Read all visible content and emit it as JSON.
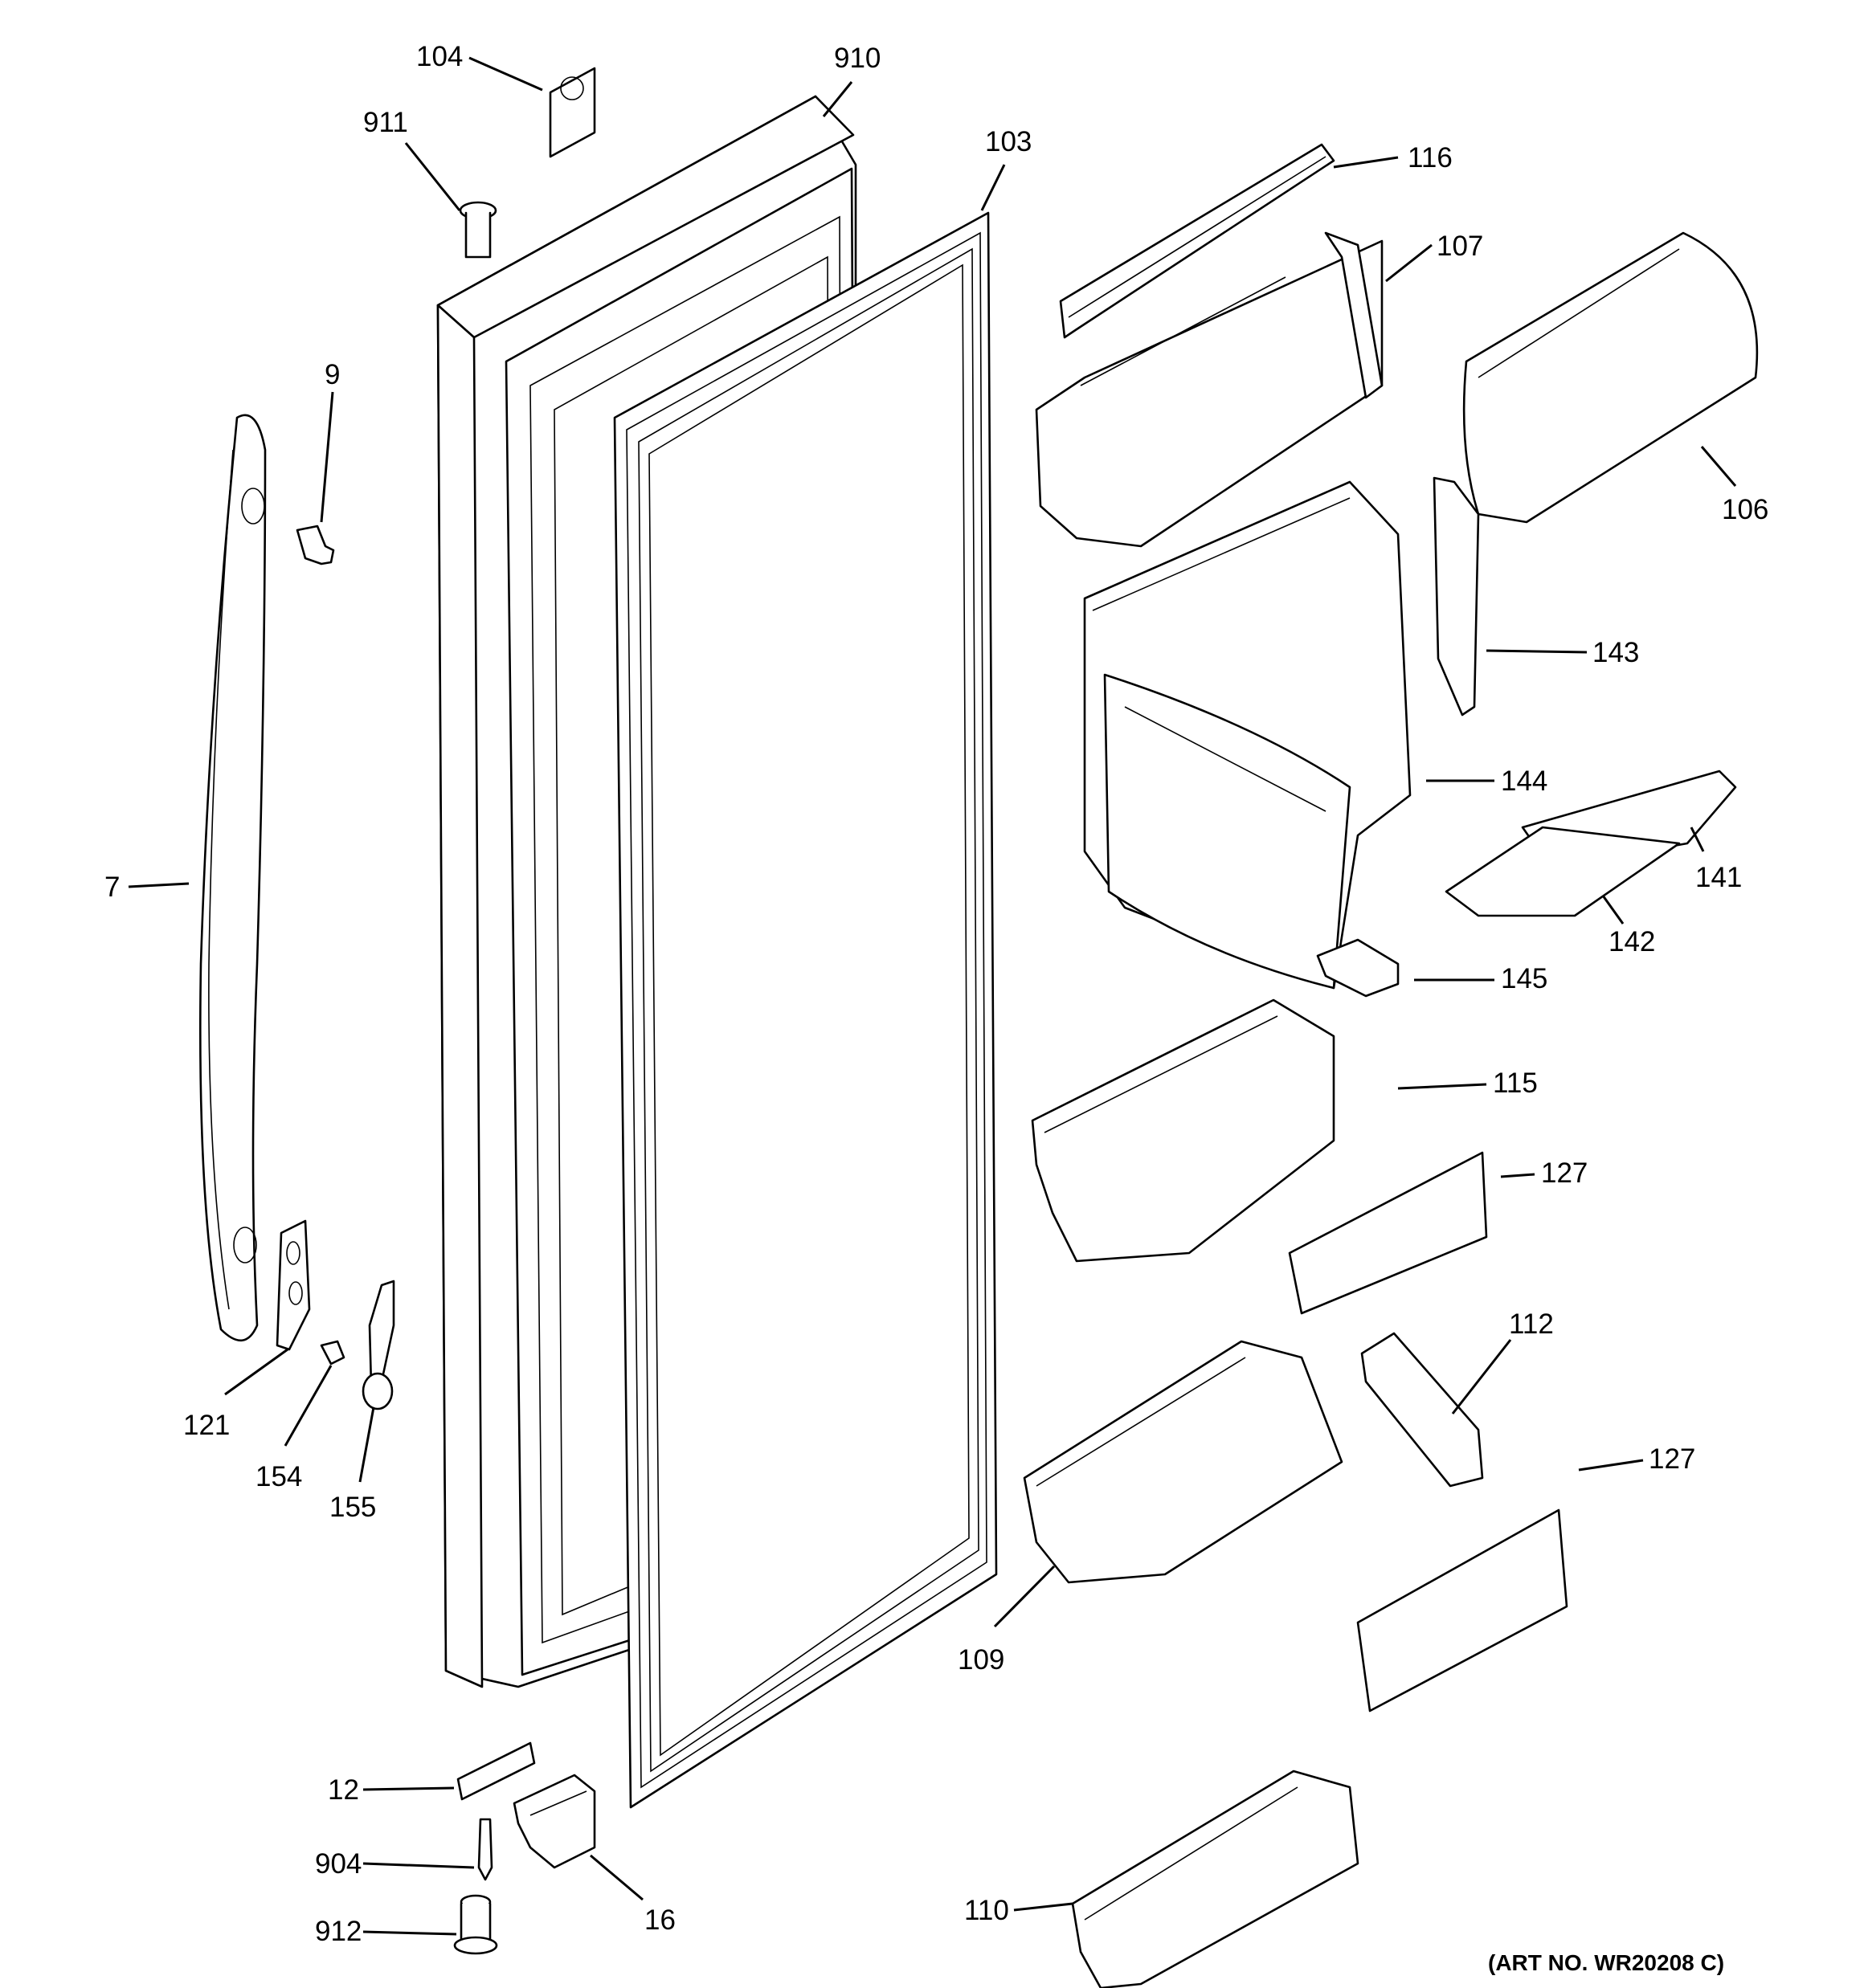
{
  "callouts": {
    "c104": "104",
    "c910": "910",
    "c911": "911",
    "c103": "103",
    "c116": "116",
    "c107": "107",
    "c106": "106",
    "c9": "9",
    "c143": "143",
    "c144": "144",
    "c141": "141",
    "c142": "142",
    "c7": "7",
    "c145": "145",
    "c115": "115",
    "c127a": "127",
    "c112": "112",
    "c127b": "127",
    "c121": "121",
    "c154": "154",
    "c155": "155",
    "c109": "109",
    "c12": "12",
    "c904": "904",
    "c16": "16",
    "c912": "912",
    "c110": "110"
  },
  "art_number": "(ART NO. WR20208 C)",
  "colors": {
    "line": "#000000",
    "background": "#ffffff"
  }
}
